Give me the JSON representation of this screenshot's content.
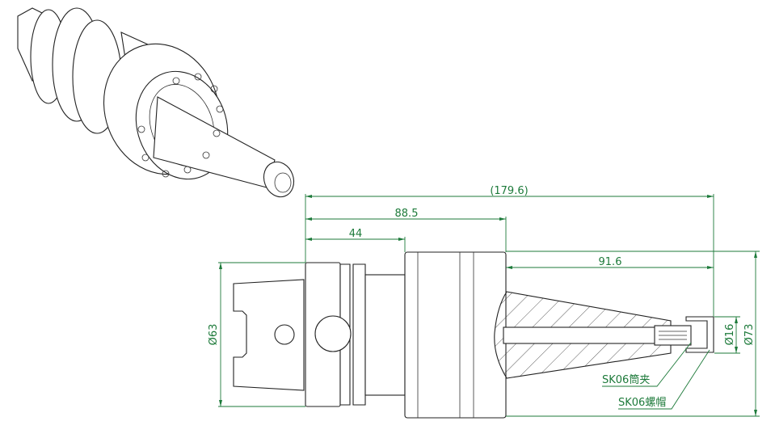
{
  "dimensions": {
    "overall_length": "(179.6)",
    "body_length": "88.5",
    "flange_length": "44",
    "cone_length": "91.6",
    "shank_diameter": "Ø63",
    "body_diameter": "Ø73",
    "nut_diameter": "Ø16"
  },
  "annotations": {
    "collet": "SK06筒夹",
    "nut": "SK06螺帽"
  },
  "colors": {
    "dimension": "#1d7a3a",
    "outline": "#222222"
  }
}
